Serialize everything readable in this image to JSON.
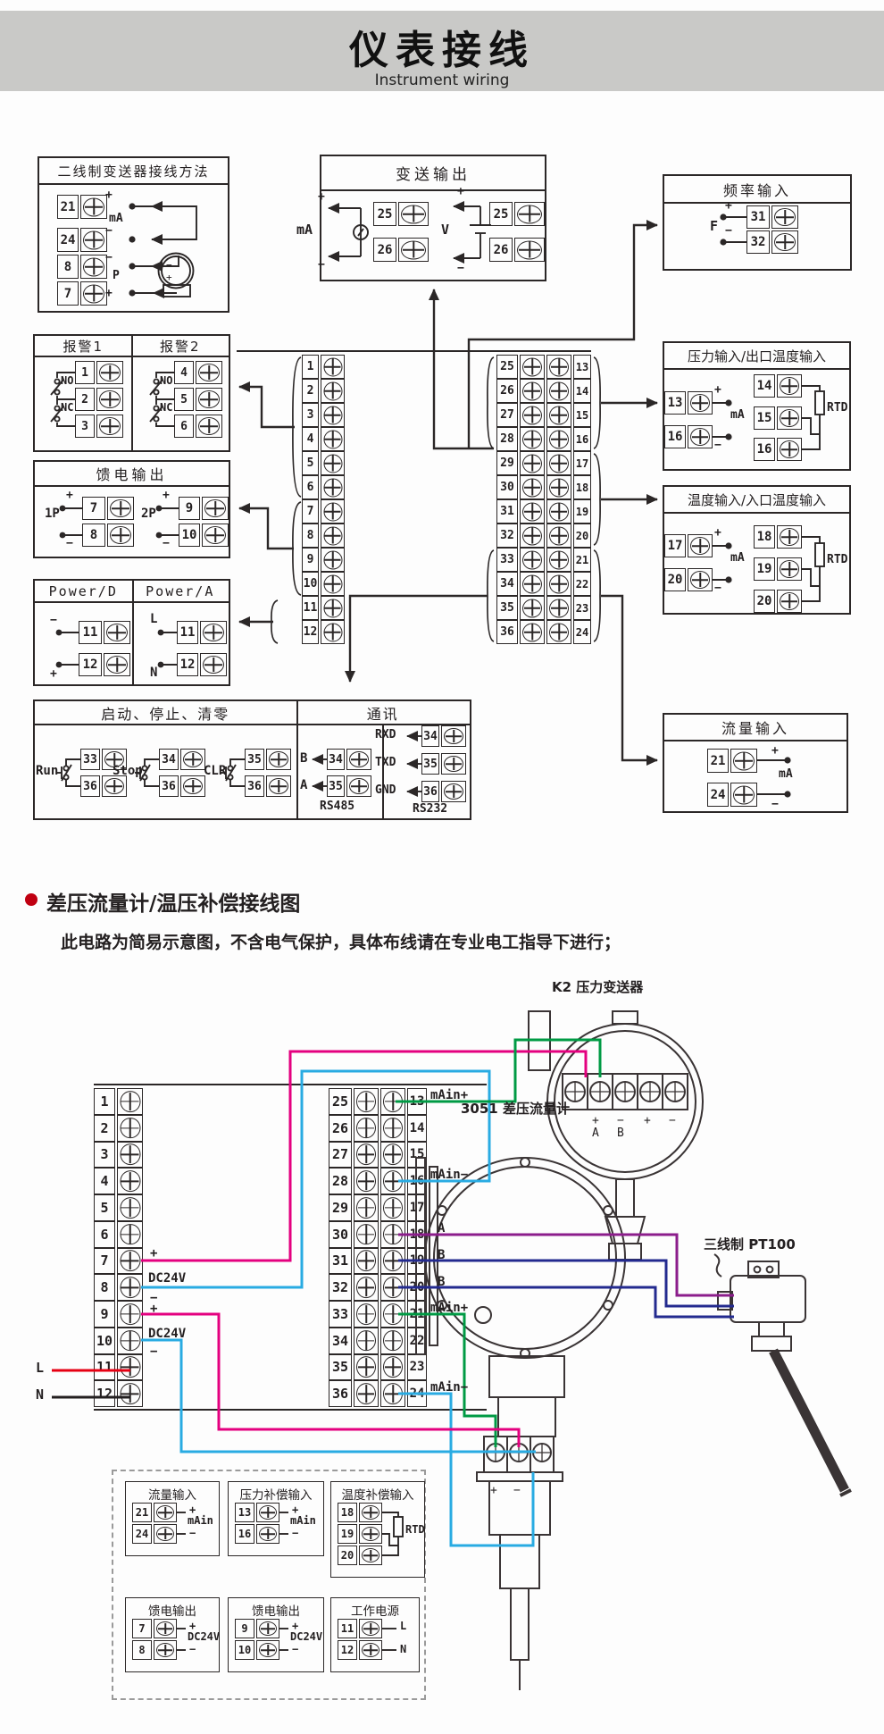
{
  "header": {
    "title": "仪表接线",
    "subtitle": "Instrument wiring"
  },
  "colors": {
    "header_bg": "#c9c9c7",
    "line": "#2b2727",
    "accent_red": "#c00011",
    "wire_magenta": "#e4007f",
    "wire_blue": "#29abe2",
    "wire_green": "#009a44",
    "wire_red": "#e60012",
    "wire_black": "#231f20",
    "wire_navy": "#232a8f",
    "wire_purple": "#8c1d8c"
  },
  "s1": {
    "two_wire": {
      "title": "二线制变送器接线方法",
      "t": [
        "21",
        "24",
        "8",
        "7"
      ],
      "plus1": "+",
      "ma": "mA",
      "minus1": "−",
      "minus2": "−",
      "p": "P",
      "plus2": "+",
      "tx_minus": "−",
      "tx_plus": "+"
    },
    "transmit_output": {
      "title": "变送输出",
      "ma": "mA",
      "v": "V",
      "t_ma": [
        "25",
        "26"
      ],
      "t_v": [
        "25",
        "26"
      ],
      "plus": "+",
      "minus": "−"
    },
    "freq": {
      "title": "频率输入",
      "f": "F",
      "t": [
        "31",
        "32"
      ],
      "plus": "+",
      "minus": "−"
    },
    "alarm": {
      "t1": "报警1",
      "t2": "报警2",
      "no": "NO",
      "nc": "NC",
      "a": [
        "1",
        "2",
        "3"
      ],
      "b": [
        "4",
        "5",
        "6"
      ]
    },
    "feed": {
      "title": "馈电输出",
      "g1": "1P",
      "g2": "2P",
      "t1": [
        "7",
        "8"
      ],
      "t2": [
        "9",
        "10"
      ],
      "plus": "+",
      "minus": "−"
    },
    "power": {
      "d": "Power/D",
      "a": "Power/A",
      "td": [
        "11",
        "12"
      ],
      "ta": [
        "11",
        "12"
      ],
      "minus": "−",
      "plus": "+",
      "l": "L",
      "n": "N"
    },
    "strip_a": [
      "1",
      "2",
      "3",
      "4",
      "5",
      "6",
      "7",
      "8",
      "9",
      "10",
      "11",
      "12"
    ],
    "strip_b_l": [
      "25",
      "26",
      "27",
      "28",
      "29",
      "30",
      "31",
      "32",
      "33",
      "34",
      "35",
      "36"
    ],
    "strip_b_r": [
      "13",
      "14",
      "15",
      "16",
      "17",
      "18",
      "19",
      "20",
      "21",
      "22",
      "23",
      "24"
    ],
    "runstop": {
      "title": "启动、停止、清零",
      "run": "Run",
      "stop": "Stop",
      "clr": "CLR",
      "t_run": [
        "33",
        "36"
      ],
      "t_stop": [
        "34",
        "36"
      ],
      "t_clr": [
        "35",
        "36"
      ]
    },
    "comm": {
      "title": "通讯",
      "b": "B",
      "a": "A",
      "rxd": "RXD",
      "txd": "TXD",
      "gnd": "GND",
      "t485": [
        "34",
        "35"
      ],
      "t232": [
        "34",
        "35",
        "36"
      ],
      "rs485": "RS485",
      "rs232": "RS232"
    },
    "pressure": {
      "title": "压力输入/出口温度输入",
      "lt": [
        "13",
        "16"
      ],
      "rt": [
        "14",
        "15",
        "16"
      ],
      "plus": "+",
      "minus": "−",
      "ma": "mA",
      "rtd": "RTD"
    },
    "temp": {
      "title": "温度输入/入口温度输入",
      "lt": [
        "17",
        "20"
      ],
      "rt": [
        "18",
        "19",
        "20"
      ],
      "plus": "+",
      "minus": "−",
      "ma": "mA",
      "rtd": "RTD"
    },
    "flow": {
      "title": "流量输入",
      "t": [
        "21",
        "24"
      ],
      "plus": "+",
      "minus": "−",
      "ma": "mA"
    }
  },
  "s2": {
    "heading": "差压流量计/温压补偿接线图",
    "note": "此电路为简易示意图，不含电气保护，具体布线请在专业电工指导下进行；",
    "strip_a": [
      "1",
      "2",
      "3",
      "4",
      "5",
      "6",
      "7",
      "8",
      "9",
      "10",
      "11",
      "12"
    ],
    "strip_b_l": [
      "25",
      "26",
      "27",
      "28",
      "29",
      "30",
      "31",
      "32",
      "33",
      "34",
      "35",
      "36"
    ],
    "strip_b_r": [
      "13",
      "14",
      "15",
      "16",
      "17",
      "18",
      "19",
      "20",
      "21",
      "22",
      "23",
      "24"
    ],
    "labels": {
      "plus": "+",
      "minus": "−",
      "dc24v": "DC24V",
      "l": "L",
      "n": "N"
    },
    "signals": [
      "mAin+",
      "mAin−",
      "A",
      "B",
      "B",
      "mAin+",
      "mAin−"
    ],
    "k2_label": "K2 压力变送器",
    "k2_terms": {
      "plus": "+",
      "minus": "−",
      "a": "A",
      "b": "B"
    },
    "pt100_label": "三线制  PT100",
    "dp_label": "3051 差压流量计",
    "dp_terms": {
      "plus": "+",
      "minus": "−"
    },
    "mini": [
      {
        "title": "流量输入",
        "t": [
          "21",
          "24"
        ],
        "l1": "+",
        "l2": "mAin",
        "l3": "−"
      },
      {
        "title": "压力补偿输入",
        "t": [
          "13",
          "16"
        ],
        "l1": "+",
        "l2": "mAin",
        "l3": "−"
      },
      {
        "title": "温度补偿输入",
        "t": [
          "18",
          "19",
          "20"
        ],
        "rtd": "RTD"
      },
      {
        "title": "馈电输出",
        "t": [
          "7",
          "8"
        ],
        "l1": "+",
        "l2": "DC24V",
        "l3": "−"
      },
      {
        "title": "馈电输出",
        "t": [
          "9",
          "10"
        ],
        "l1": "+",
        "l2": "DC24V",
        "l3": "−"
      },
      {
        "title": "工作电源",
        "t": [
          "11",
          "12"
        ],
        "l1": "L",
        "l2": "N"
      }
    ]
  }
}
